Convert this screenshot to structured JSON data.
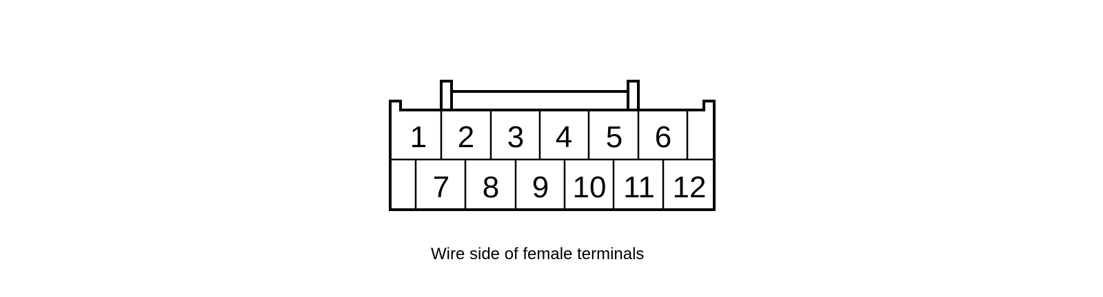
{
  "connector": {
    "top_row_pins": [
      "1",
      "2",
      "3",
      "4",
      "5",
      "6"
    ],
    "bottom_row_pins": [
      "7",
      "8",
      "9",
      "10",
      "11",
      "12"
    ]
  },
  "caption": "Wire side of female terminals",
  "colors": {
    "line": "#000000",
    "background": "#ffffff"
  }
}
